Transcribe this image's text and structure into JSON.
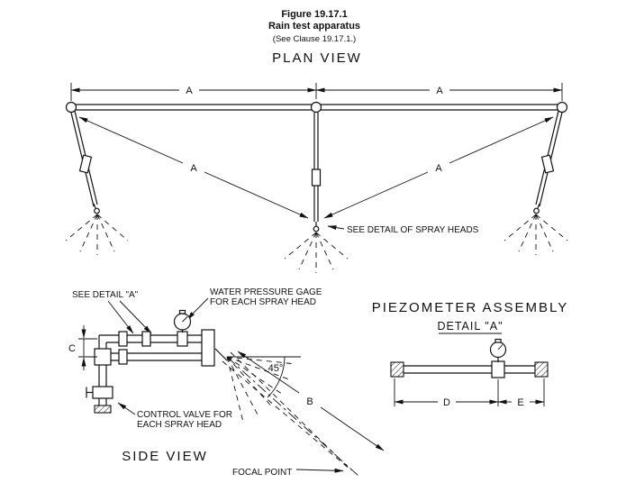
{
  "header": {
    "figure_number": "Figure 19.17.1",
    "title": "Rain test apparatus",
    "clause": "(See Clause 19.17.1.)"
  },
  "plan_view": {
    "heading": "PLAN VIEW",
    "dims": {
      "span_left": "A",
      "span_right": "A",
      "arm_left": "A",
      "arm_right": "A"
    },
    "note_spray_heads": "SEE DETAIL OF SPRAY HEADS"
  },
  "side_view": {
    "heading": "SIDE VIEW",
    "see_detail": "SEE DETAIL \"A\"",
    "gage_note_1": "WATER PRESSURE GAGE",
    "gage_note_2": "FOR EACH SPRAY HEAD",
    "valve_note_1": "CONTROL VALVE FOR",
    "valve_note_2": "EACH SPRAY HEAD",
    "angle": "45°",
    "dim_b": "B",
    "dim_c": "C",
    "focal_point": "FOCAL POINT"
  },
  "piezometer": {
    "heading": "PIEZOMETER ASSEMBLY",
    "detail": "DETAIL \"A\"",
    "dim_d": "D",
    "dim_e": "E"
  }
}
